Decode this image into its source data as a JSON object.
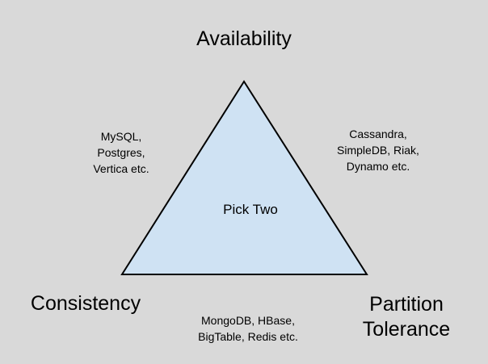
{
  "diagram": {
    "vertices": {
      "top": "Availability",
      "bottom_left": "Consistency",
      "bottom_right": [
        "Partition",
        "Tolerance"
      ]
    },
    "center_text": "Pick Two",
    "edges": {
      "left": [
        "MySQL,",
        "Postgres,",
        "Vertica etc."
      ],
      "right": [
        "Cassandra,",
        "SimpleDB, Riak,",
        "Dynamo etc."
      ],
      "bottom": [
        "MongoDB, HBase,",
        "BigTable, Redis etc."
      ]
    },
    "colors": {
      "background": "#d9d9d9",
      "triangle_fill": "#cfe2f3",
      "triangle_stroke": "#000000"
    }
  }
}
